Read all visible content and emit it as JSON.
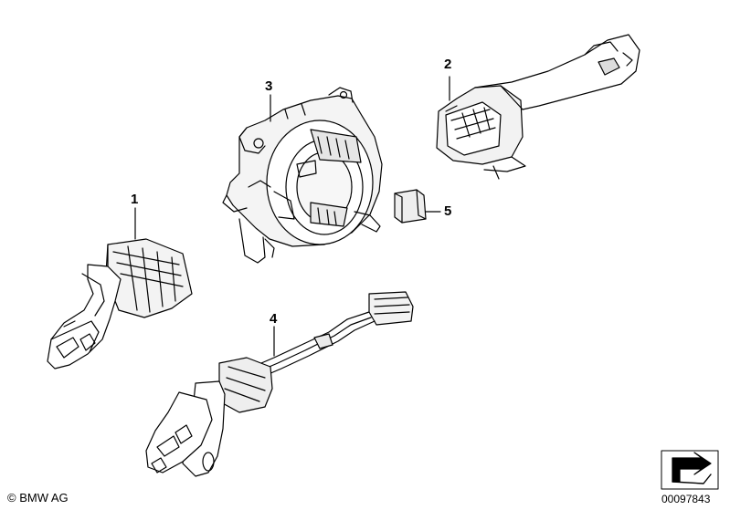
{
  "callouts": {
    "part_1": "1",
    "part_2": "2",
    "part_3": "3",
    "part_4": "4",
    "part_5": "5"
  },
  "footer": {
    "copyright": "© BMW AG",
    "diagram_number": "00097843"
  }
}
